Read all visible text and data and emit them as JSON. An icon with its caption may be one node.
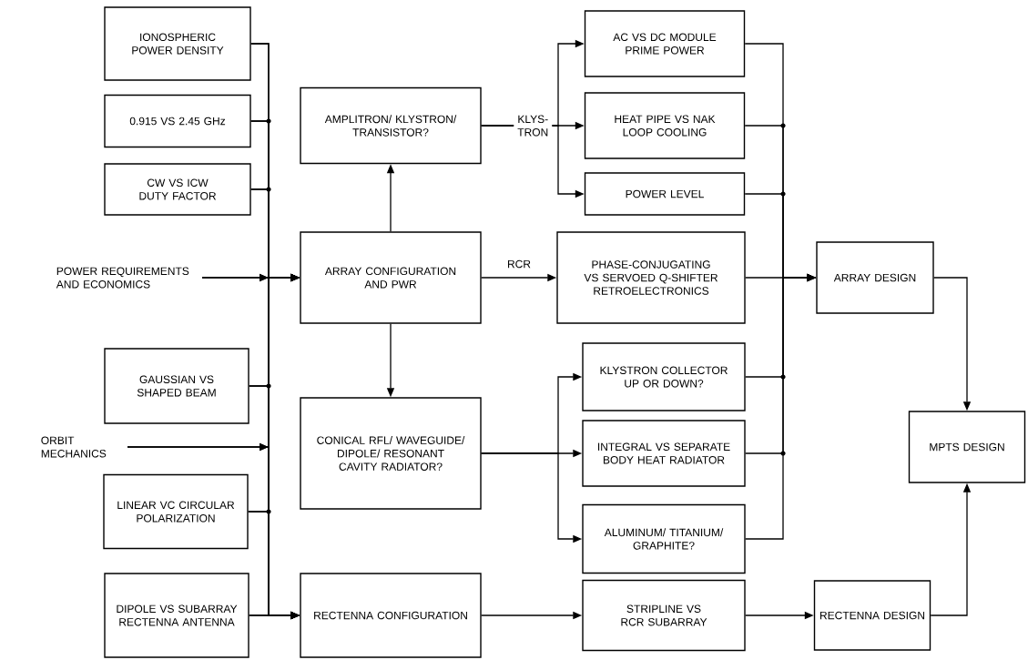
{
  "diagram": {
    "nodes": [
      {
        "text": [
          "IONOSPHERIC POWER DENSITY"
        ]
      },
      {
        "text": [
          "0.915 VS 2.45 GHz"
        ]
      },
      {
        "text": [
          "CW VS ICW DUTY FACTOR"
        ]
      },
      {
        "text": [
          "POWER REQUIREMENTS AND ECONOMICS"
        ]
      },
      {
        "text": [
          "GAUSSIAN VS SHAPED BEAM"
        ]
      },
      {
        "text": [
          "ORBIT MECHANICS"
        ]
      },
      {
        "text": [
          "LINEAR VC CIRCULAR POLARIZATION"
        ]
      },
      {
        "text": [
          "DIPOLE VS SUBARRAY RECTENNA ANTENNA"
        ]
      },
      {
        "text": [
          "AMPLITRON/ KLYSTRON/ TRANSISTOR?"
        ]
      },
      {
        "text": [
          "ARRAY CONFIGURATION AND PWR"
        ]
      },
      {
        "text": [
          "CONICAL RFL/ WAVEGUIDE/ DIPOLE/ RESONANT CAVITY RADIATOR?"
        ]
      },
      {
        "text": [
          "RECTENNA CONFIGURATION"
        ]
      },
      {
        "text": [
          "AC VS DC MODULE PRIME POWER"
        ]
      },
      {
        "text": [
          "HEAT PIPE VS NAK LOOP COOLING"
        ]
      },
      {
        "text": [
          "POWER LEVEL"
        ]
      },
      {
        "text": [
          "PHASE-CONJUGATING VS SERVOED Q-SHIFTER RETROELECTRONICS"
        ]
      },
      {
        "text": [
          "KLYSTRON COLLECTOR UP OR DOWN?"
        ]
      },
      {
        "text": [
          "INTEGRAL VS SEPARATE BODY HEAT RADIATOR"
        ]
      },
      {
        "text": [
          "ALUMINUM/ TITANIUM/ GRAPHITE?"
        ]
      },
      {
        "text": [
          "STRIPLINE VS RCR SUBARRAY"
        ]
      },
      {
        "text": [
          "ARRAY DESIGN"
        ]
      },
      {
        "text": [
          "RECTENNA DESIGN"
        ]
      },
      {
        "text": [
          "MPTS DESIGN"
        ]
      }
    ],
    "edges": [
      {
        "from": 0,
        "to": 9,
        "arrow": "to"
      },
      {
        "from": 0,
        "to": 11,
        "arrow": "to"
      },
      {
        "from": 1,
        "to": 9,
        "arrow": "to"
      },
      {
        "from": 1,
        "to": 11,
        "arrow": "to"
      },
      {
        "from": 2,
        "to": 9,
        "arrow": "to"
      },
      {
        "from": 2,
        "to": 11,
        "arrow": "to"
      },
      {
        "from": 3,
        "to": 9,
        "arrow": "to"
      },
      {
        "from": 3,
        "to": 11,
        "arrow": "to"
      },
      {
        "from": 4,
        "to": 9,
        "arrow": "to"
      },
      {
        "from": 4,
        "to": 11,
        "arrow": "to"
      },
      {
        "from": 5,
        "to": 9,
        "arrow": "to"
      },
      {
        "from": 5,
        "to": 11,
        "arrow": "to"
      },
      {
        "from": 6,
        "to": 9,
        "arrow": "to"
      },
      {
        "from": 6,
        "to": 11,
        "arrow": "to"
      },
      {
        "from": 7,
        "to": 9,
        "arrow": "to"
      },
      {
        "from": 7,
        "to": 11,
        "arrow": "to"
      },
      {
        "from": 9,
        "to": 8,
        "arrow": "to"
      },
      {
        "from": 9,
        "to": 10,
        "arrow": "to"
      },
      {
        "from": 9,
        "to": 15,
        "arrow": "to",
        "label": "RCR"
      },
      {
        "from": 8,
        "to": 12,
        "arrow": "to"
      },
      {
        "from": 8,
        "to": 13,
        "arrow": "to",
        "label": "KLYS- TRON"
      },
      {
        "from": 8,
        "to": 14,
        "arrow": "to"
      },
      {
        "from": 10,
        "to": 16,
        "arrow": "to"
      },
      {
        "from": 10,
        "to": 17,
        "arrow": "to"
      },
      {
        "from": 10,
        "to": 18,
        "arrow": "to"
      },
      {
        "from": 11,
        "to": 19,
        "arrow": "to"
      },
      {
        "from": 12,
        "to": 20,
        "arrow": "to"
      },
      {
        "from": 13,
        "to": 20,
        "arrow": "to"
      },
      {
        "from": 14,
        "to": 20,
        "arrow": "to"
      },
      {
        "from": 15,
        "to": 20,
        "arrow": "to"
      },
      {
        "from": 16,
        "to": 20,
        "arrow": "to"
      },
      {
        "from": 17,
        "to": 20,
        "arrow": "to"
      },
      {
        "from": 18,
        "to": 20,
        "arrow": "to"
      },
      {
        "from": 19,
        "to": 21,
        "arrow": "to"
      },
      {
        "from": 20,
        "to": 22,
        "arrow": "to"
      },
      {
        "from": 21,
        "to": 22,
        "arrow": "to"
      }
    ]
  }
}
